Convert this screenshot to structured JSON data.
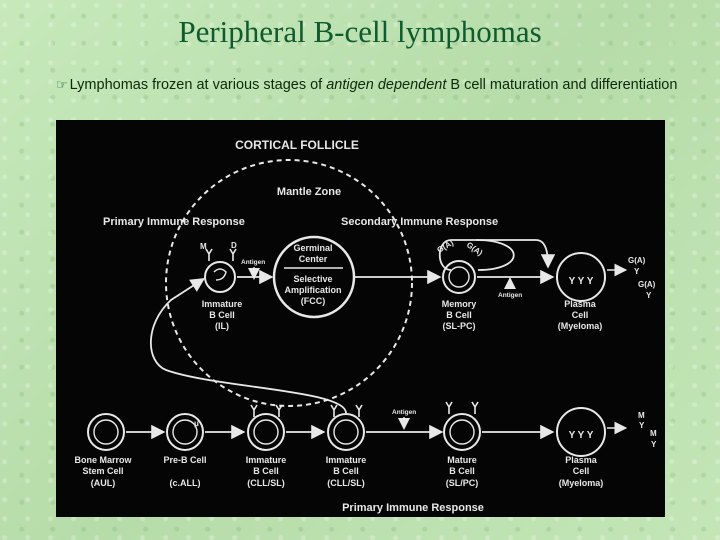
{
  "slide": {
    "title": "Peripheral B-cell lymphomas",
    "bullet_lead": "Lymphomas frozen at various stages of ",
    "bullet_emph": "antigen dependent",
    "bullet_tail": " B cell maturation and differentiation"
  },
  "diagram": {
    "cortical_follicle": "CORTICAL FOLLICLE",
    "mantle_zone": "Mantle Zone",
    "primary_response_top": "Primary Immune Response",
    "secondary_response": "Secondary Immune Response",
    "germinal_center": [
      "Germinal",
      "Center"
    ],
    "selective_amplification": [
      "Selective",
      "Amplification",
      "(FCC)"
    ],
    "antigen": "Antigen",
    "top_row": [
      {
        "name": [
          "Immature",
          "B Cell",
          "(IL)"
        ]
      },
      {
        "name": [
          "Memory",
          "B Cell",
          "(SL-PC)"
        ]
      },
      {
        "name": [
          "Plasma",
          "Cell",
          "(Myeloma)"
        ]
      }
    ],
    "top_receptors": {
      "left": "G(A)",
      "right": "G(A)"
    },
    "top_secretions": [
      "G(A)",
      "Y",
      "G(A)",
      "Y"
    ],
    "bottom_row": [
      {
        "name": [
          "Bone Marrow",
          "Stem Cell",
          "(AUL)"
        ]
      },
      {
        "name": [
          "Pre-B Cell",
          "(c.ALL)"
        ]
      },
      {
        "name": [
          "Immature",
          "B Cell",
          "(CLL/SL)"
        ]
      },
      {
        "name": [
          "Immature",
          "B Cell",
          "(CLL/SL)"
        ]
      },
      {
        "name": [
          "Mature",
          "B Cell",
          "(SL/PC)"
        ]
      },
      {
        "name": [
          "Plasma",
          "Cell",
          "(Myeloma)"
        ]
      }
    ],
    "bottom_secretions": [
      "M",
      "Y",
      "M",
      "Y"
    ],
    "primary_response_bottom": "Primary Immune Response",
    "mu_label": "μ",
    "receptor_labels": {
      "M": "M",
      "D": "D"
    }
  },
  "colors": {
    "slide_bg": "#bfe3b3",
    "title": "#0f5a2e",
    "panel": "#050505",
    "ink": "#e8e8e8"
  }
}
